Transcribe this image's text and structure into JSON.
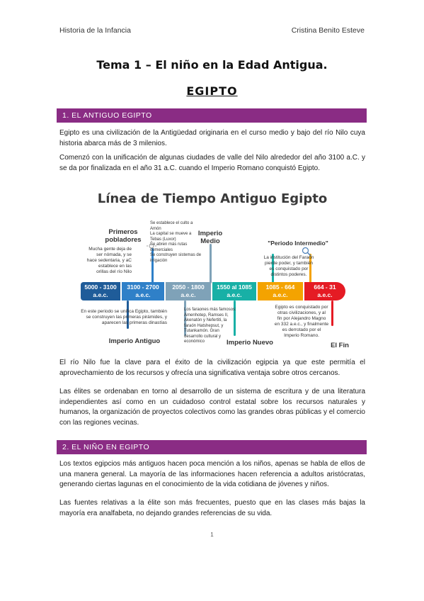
{
  "header": {
    "left": "Historia de la Infancia",
    "right": "Cristina Benito Esteve"
  },
  "titles": {
    "main": "Tema 1 – El niño en la Edad Antigua.",
    "sub": "EGIPTO"
  },
  "sections": [
    {
      "title": "1. EL ANTIGUO EGIPTO"
    },
    {
      "title": "2. EL NIÑO EN EGIPTO"
    }
  ],
  "paragraphs": {
    "p1": "Egipto es una civilización de la Antigüedad originaria en el curso medio y bajo del río Nilo cuya historia abarca más de 3 milenios.",
    "p2": "Comenzó con la unificación de algunas ciudades de valle del Nilo alrededor del año 3100 a.C. y se da por finalizada en el año 31 a.C. cuando el Imperio Romano conquistó Egipto.",
    "p3": "El río Nilo fue la clave para el éxito de la civilización egipcia ya que este permitía el aprovechamiento de los recursos y ofrecía una significativa ventaja sobre otros cercanos.",
    "p4": "Las élites se ordenaban en torno al desarrollo de un sistema de escritura y de una literatura independientes así como en un cuidadoso control estatal sobre los recursos naturales y humanos, la organización de proyectos colectivos como las grandes obras públicas y el comercio con las regiones vecinas.",
    "p5": "Los textos egipcios más antiguos hacen poca mención a los niños, apenas se habla de ellos de una manera general. La mayoría de las informaciones hacen referencia a adultos aristócratas, generando ciertas lagunas en el conocimiento de la vida cotidiana de jóvenes y niños.",
    "p6": "Las fuentes relativas a la élite son más frecuentes, puesto que en las clases más bajas la mayoría era analfabeta, no dejando grandes referencias de su vida."
  },
  "timeline": {
    "title": "Línea de Tiempo Antiguo Egipto",
    "segments": [
      {
        "label": "5000 - 3100\na.e.c.",
        "color": "#1f5c99"
      },
      {
        "label": "3100 - 2700\na.e.c.",
        "color": "#2f80c8"
      },
      {
        "label": "2050 - 1800\na.e.c.",
        "color": "#7fa2b8"
      },
      {
        "label": "1550 al 1085\na.e.c.",
        "color": "#18b0a6"
      },
      {
        "label": "1085 - 664\na.e.c.",
        "color": "#f4a300"
      },
      {
        "label": "664 - 31\na.e.c.",
        "color": "#e51b24"
      }
    ],
    "labels": {
      "primeros": "Primeros\npobladores",
      "imperio_medio": "Imperio\nMedio",
      "periodo": "\"Periodo Intermedio\"",
      "imperio_antiguo": "Imperio Antiguo",
      "imperio_nuevo": "Imperio Nuevo",
      "el_fin": "El Fin"
    },
    "notes": {
      "n1": "Mucha gente deja de\nser nómada, y se\nhace sedentaria, y aC\nestablece en las\norillas del río Nilo",
      "n2": "Se establece el culto a\nAmón\nLa capital se mueve a\nTebas (Luxor)\nSe abren más rutas\ncomerciales\nSe construyen sistemas de\nirrigación",
      "n3": "La institución del Faraón\npierde poder, y también\nes conquistado por\ndistintos poderes.",
      "n4": "En este periodo se unifica Egipto, también\nse construyen las primeras pirámides, y\naparecen las primeras dinastías",
      "n5": "Los faraones más famosos:\nAmenhotep, Ramses II,\nAkenatón y Nefertiti, la\nfaraón Hatshepsut, y\nTutankamón. Gran\ndesarrollo cultural y\neconómico",
      "n6": "Egipto es conquistado por\notras civilizaciones, y al\nfin por Alejandro Magno\nen 332 a.e.c., y finalmente\nes derrotado por el\nImperio Romano."
    }
  },
  "footer": {
    "page": "1"
  }
}
